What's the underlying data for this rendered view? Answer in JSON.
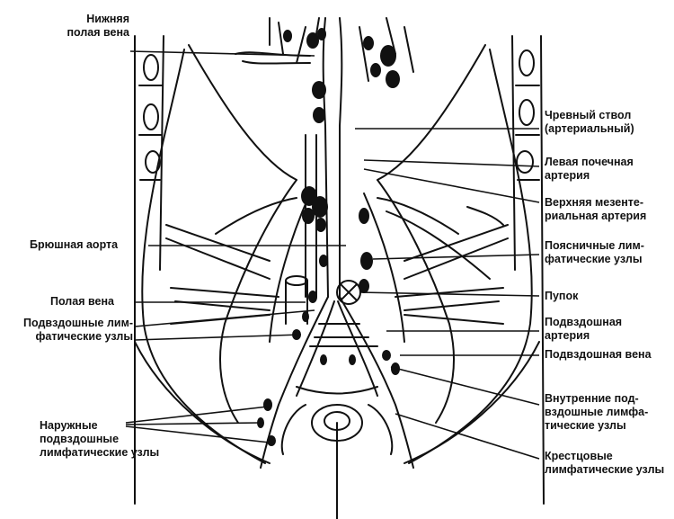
{
  "labels": {
    "ivc": [
      "Нижняя",
      "полая вена"
    ],
    "celiac": [
      "Чревный ствол",
      "(артериальный)"
    ],
    "left_renal": [
      "Левая почечная",
      "артерия"
    ],
    "sma": [
      "Верхняя мезенте-",
      "риальная артерия"
    ],
    "aorta": [
      "Брюшная аорта"
    ],
    "lumbar_nodes": [
      "Поясничные лим-",
      "фатические узлы"
    ],
    "vena_cava": [
      "Полая вена"
    ],
    "navel": [
      "Пупок"
    ],
    "iliac_nodes": [
      "Подвздошные лим-",
      "фатические узлы"
    ],
    "iliac_artery": [
      "Подвздошная",
      "артерия"
    ],
    "iliac_vein": [
      "Подвздошная вена"
    ],
    "internal_iliac_nodes": [
      "Внутренние под-",
      "вздошные лимфа-",
      "тические узлы"
    ],
    "external_iliac_nodes": [
      "Наружные",
      "подвздошные",
      "лимфатические узлы"
    ],
    "sacral_nodes": [
      "Крестцовые",
      "лимфатические узлы"
    ]
  },
  "colors": {
    "ink": "#111111",
    "background": "#ffffff"
  }
}
